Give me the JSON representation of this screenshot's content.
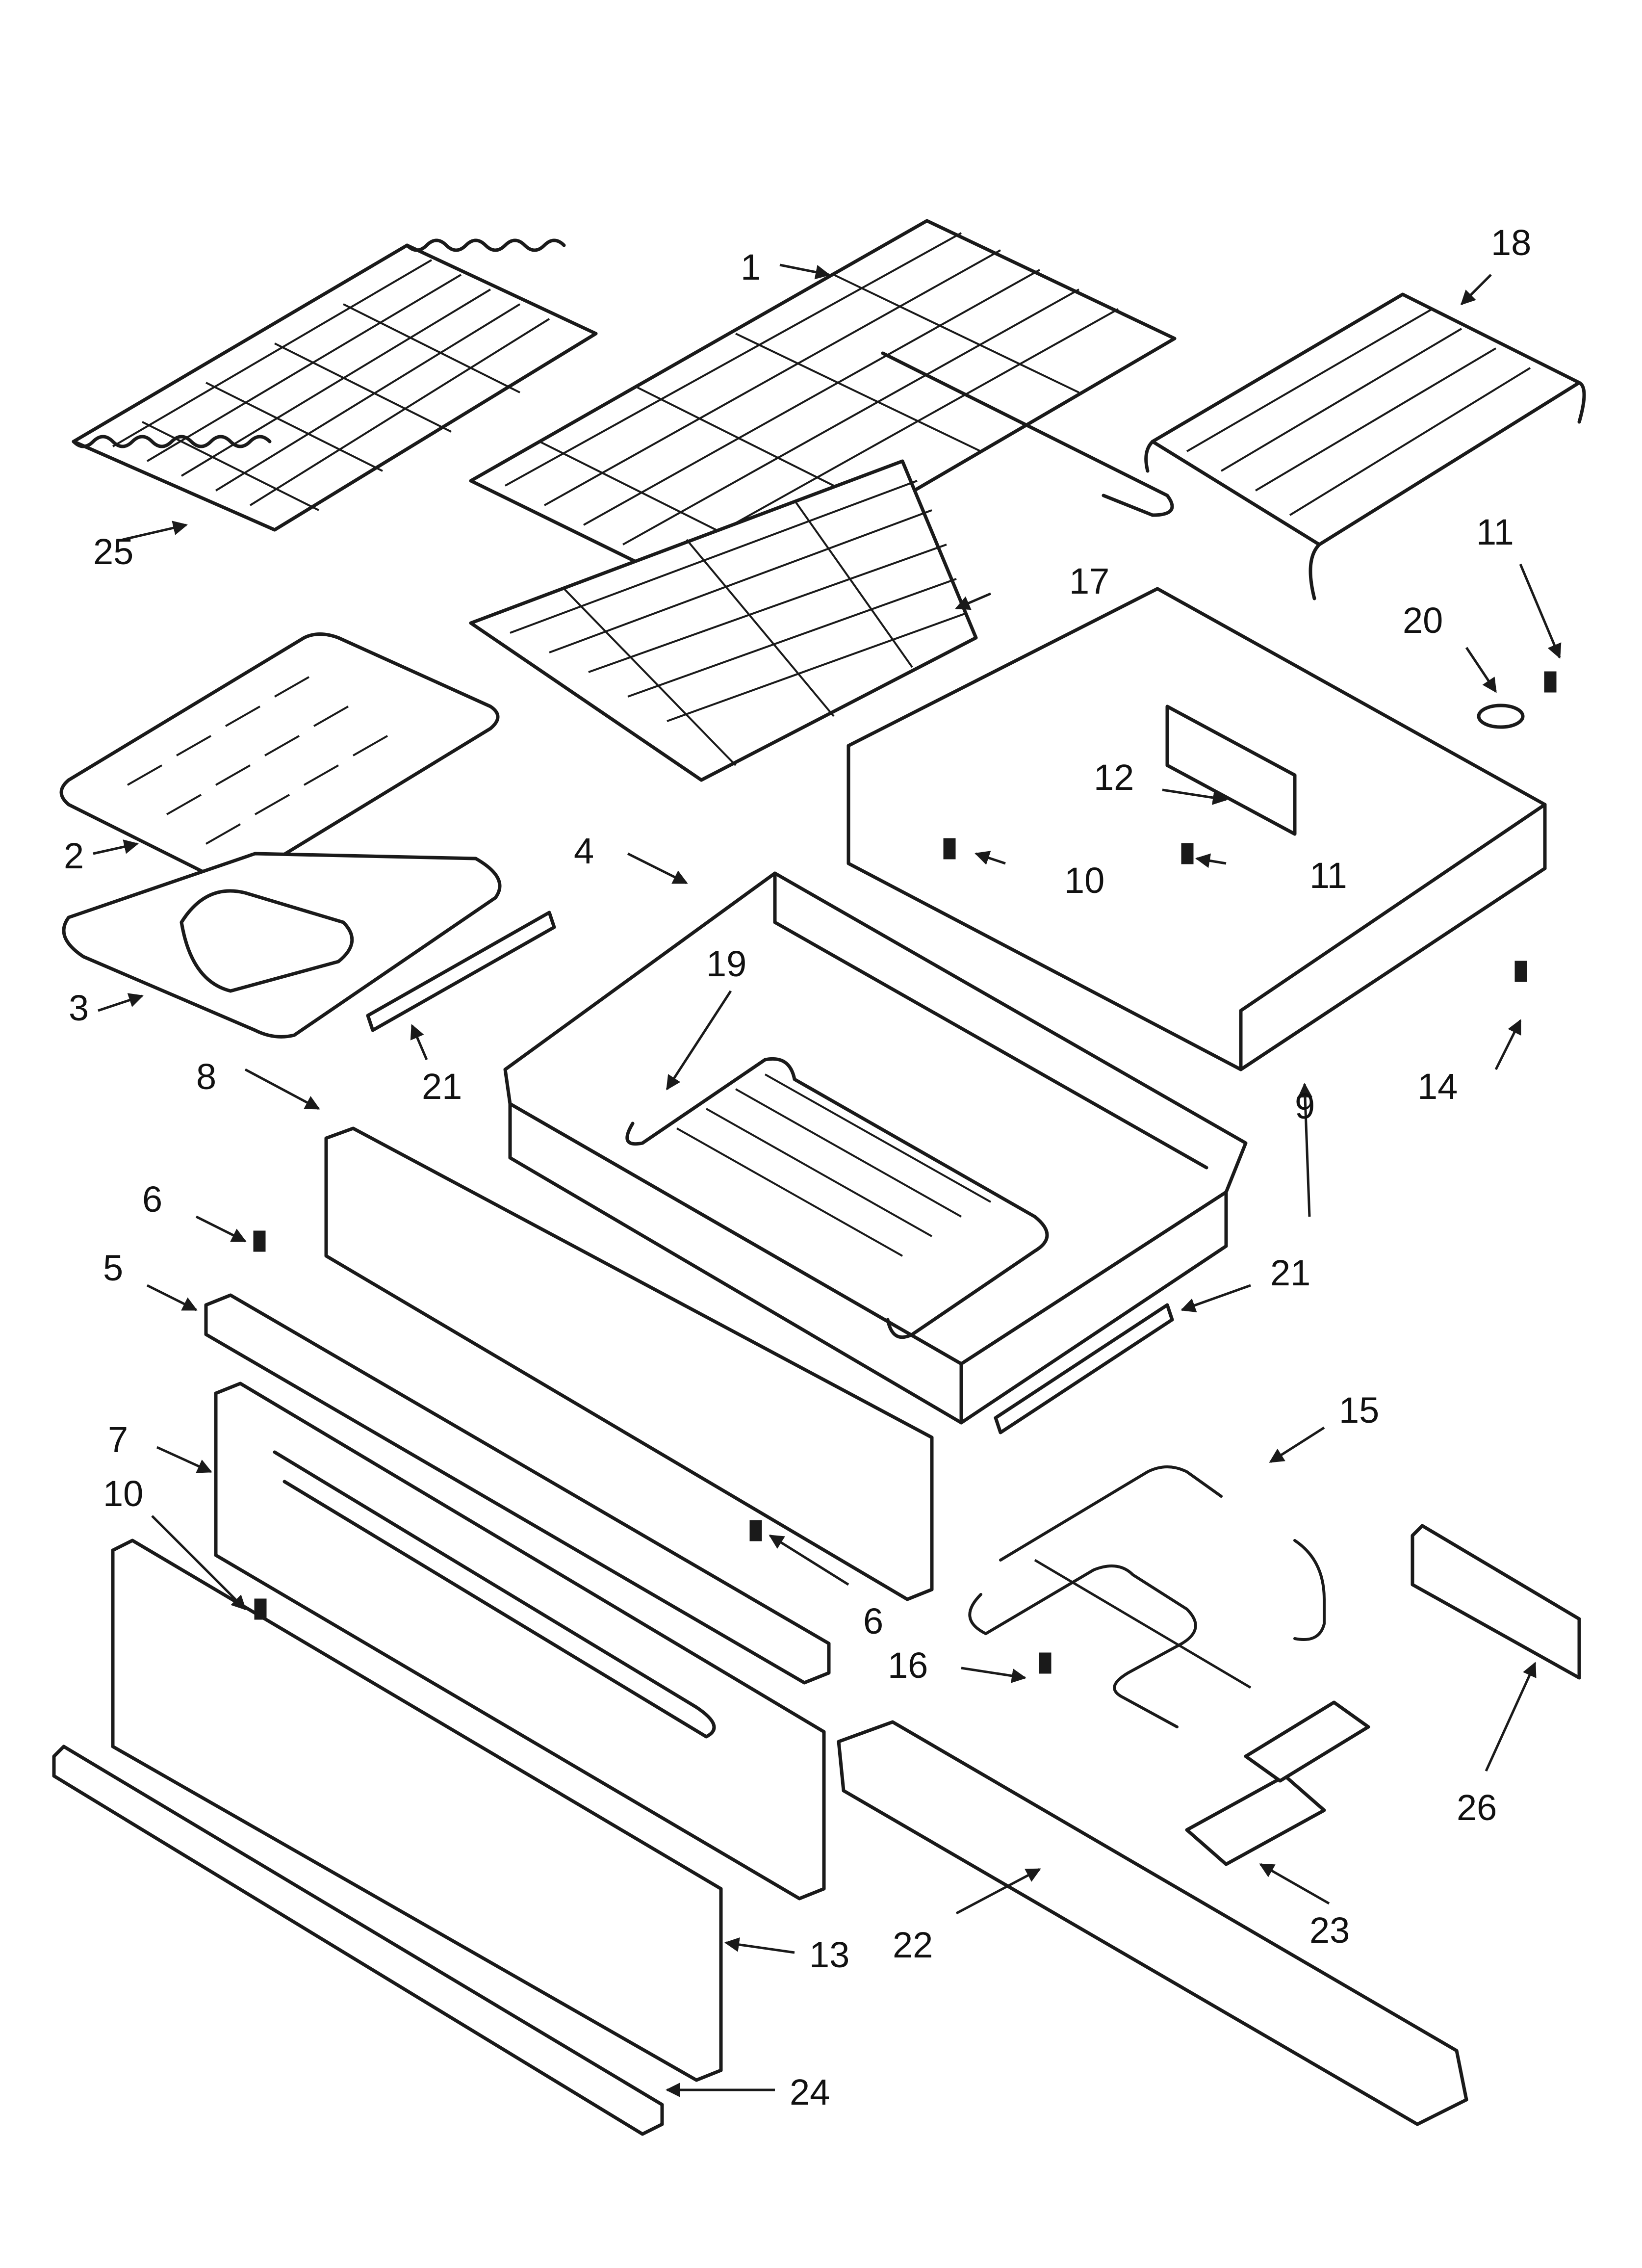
{
  "callouts": {
    "c1": "1",
    "c2": "2",
    "c3": "3",
    "c4": "4",
    "c5": "5",
    "c6a": "6",
    "c6b": "6",
    "c7": "7",
    "c8": "8",
    "c9": "9",
    "c10a": "10",
    "c10b": "10",
    "c11a": "11",
    "c11b": "11",
    "c12": "12",
    "c13": "13",
    "c14": "14",
    "c15": "15",
    "c16": "16",
    "c17": "17",
    "c18": "18",
    "c19": "19",
    "c20": "20",
    "c21a": "21",
    "c21b": "21",
    "c22": "22",
    "c23": "23",
    "c24": "24",
    "c25": "25",
    "c26": "26"
  }
}
